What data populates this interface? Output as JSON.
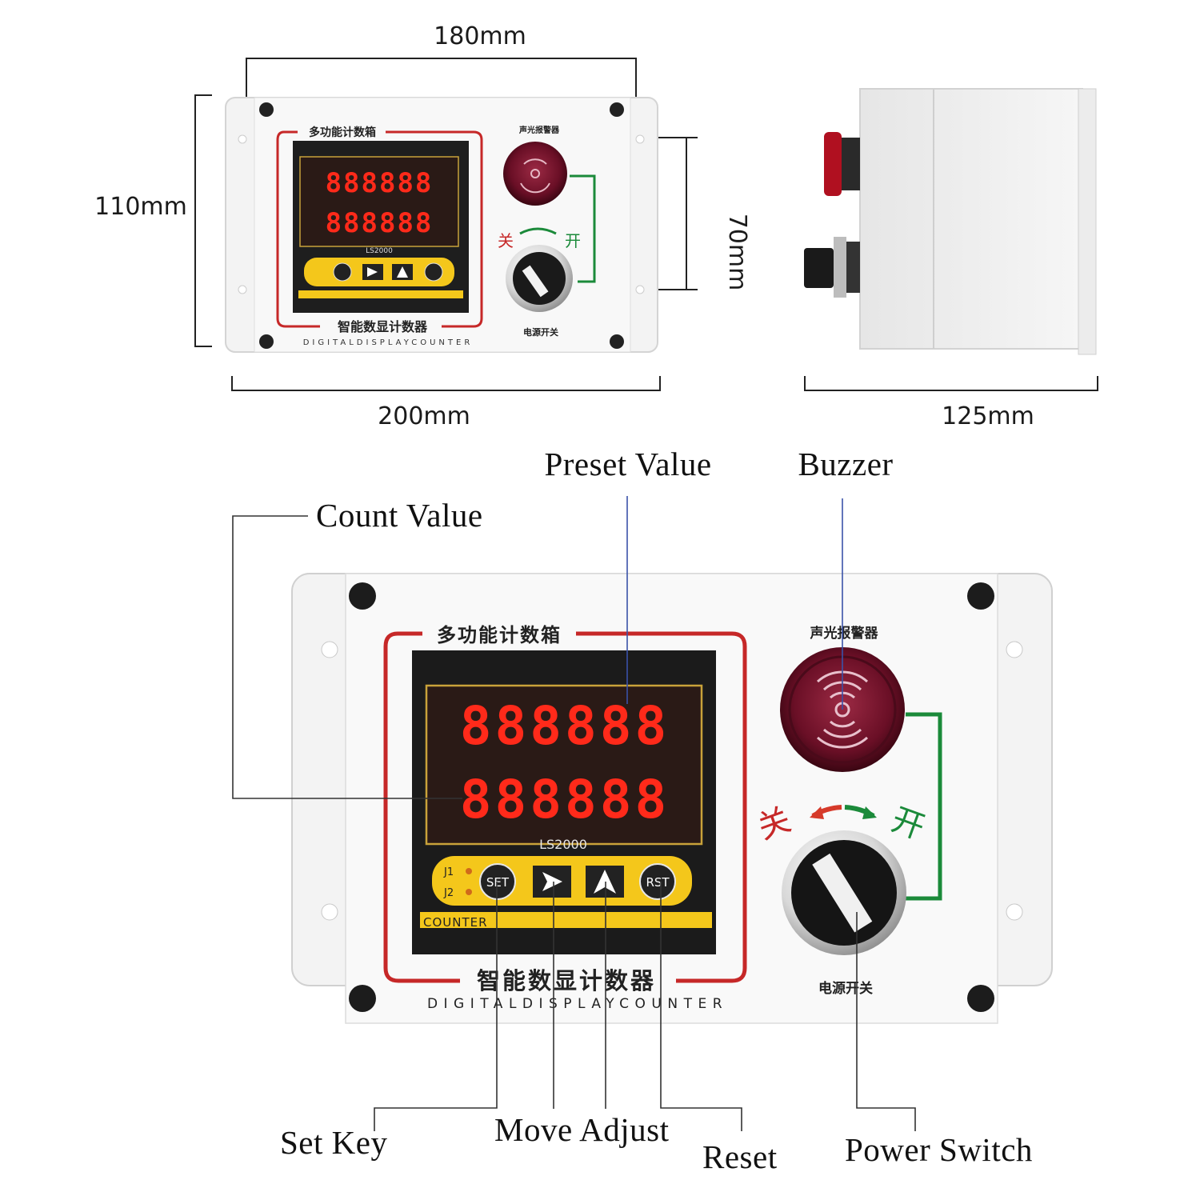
{
  "dimensions": {
    "width_top": "180mm",
    "height_left": "110mm",
    "hole_spacing": "70mm",
    "width_bottom": "200mm",
    "depth": "125mm"
  },
  "panel": {
    "title_cn": "多功能计数箱",
    "subtitle_cn": "智能数显计数器",
    "subtitle_en": "DIGITALDISPLAYCOUNTER",
    "buzzer_cn": "声光报警器",
    "switch_cn": "电源开关",
    "switch_off_cn": "关",
    "switch_on_cn": "开",
    "model": "LS2000",
    "display_row1": "888888",
    "display_row2": "888888",
    "indicator_j1": "J1",
    "indicator_j2": "J2",
    "key_set": "SET",
    "key_rst": "RST",
    "counter_label": "COUNTER"
  },
  "callouts": {
    "preset_value": "Preset Value",
    "buzzer": "Buzzer",
    "count_value": "Count Value",
    "set_key": "Set Key",
    "move_adjust": "Move Adjust",
    "reset": "Reset",
    "power_switch": "Power Switch"
  },
  "colors": {
    "frame_red": "#c62828",
    "yellow": "#f4c71b",
    "display_red": "#ff2a1a",
    "wire_green": "#1b8a3a",
    "leader_blue": "#3a52a8"
  }
}
